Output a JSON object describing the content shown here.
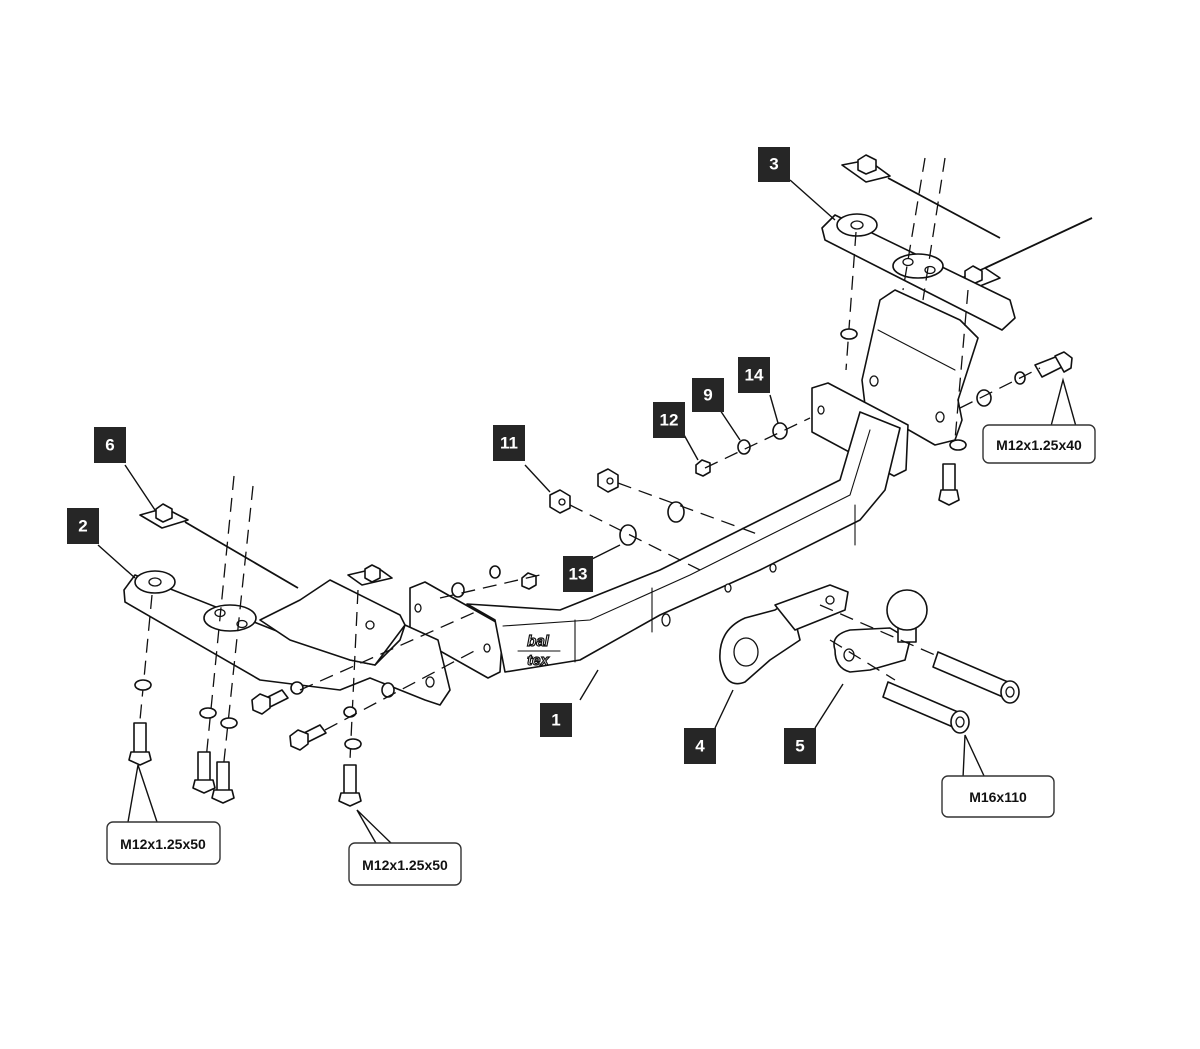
{
  "diagram": {
    "title": "Tow bar exploded assembly diagram",
    "logo": {
      "line1": "bal",
      "line2": "tex"
    },
    "callouts": [
      {
        "id": "1",
        "label": "1",
        "part": "main crossbar"
      },
      {
        "id": "2",
        "label": "2",
        "part": "left mounting bracket"
      },
      {
        "id": "3",
        "label": "3",
        "part": "right mounting bracket"
      },
      {
        "id": "4",
        "label": "4",
        "part": "electrical socket plate"
      },
      {
        "id": "5",
        "label": "5",
        "part": "tow ball neck"
      },
      {
        "id": "6",
        "label": "6",
        "part": "nut plate with wire"
      },
      {
        "id": "9",
        "label": "9",
        "part": "spring washer"
      },
      {
        "id": "11",
        "label": "11",
        "part": "nut"
      },
      {
        "id": "12",
        "label": "12",
        "part": "nut"
      },
      {
        "id": "13",
        "label": "13",
        "part": "washer"
      },
      {
        "id": "14",
        "label": "14",
        "part": "flat washer"
      }
    ],
    "bolt_specs": [
      {
        "id": "spec-right-bracket",
        "label": "M12x1.25x40"
      },
      {
        "id": "spec-left-1",
        "label": "M12x1.25x50"
      },
      {
        "id": "spec-left-2",
        "label": "M12x1.25x50"
      },
      {
        "id": "spec-towball",
        "label": "M16x110"
      }
    ],
    "colors": {
      "callout_bg": "#262626",
      "callout_fg": "#ffffff",
      "line": "#111111",
      "background": "#ffffff"
    }
  }
}
